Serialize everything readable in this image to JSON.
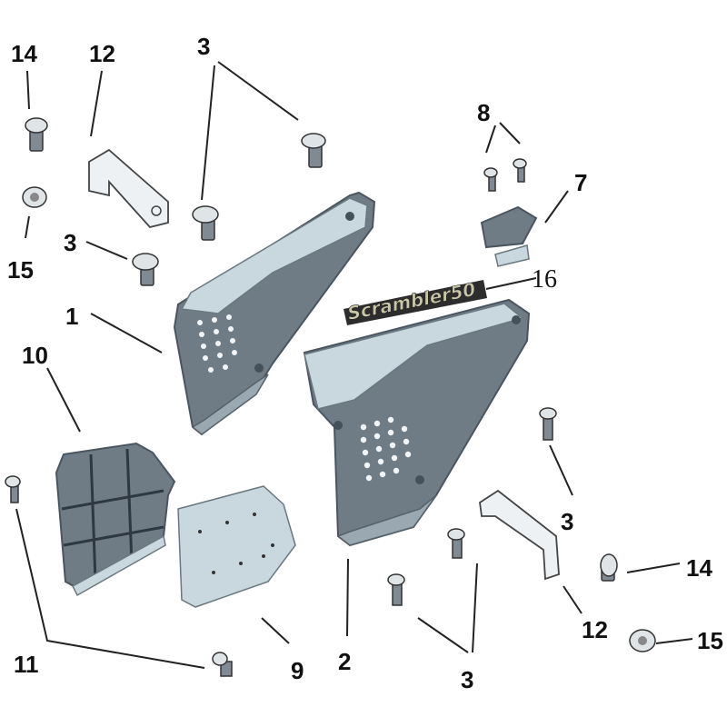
{
  "labels": {
    "screw_top_left": "14",
    "bracket_top_left": "12",
    "bolt_top_center": "3",
    "screws_small": "8",
    "clip": "7",
    "bolt_left": "3",
    "nut_top_left": "15",
    "emblem": "16",
    "left_cover": "1",
    "left_inner_panel": "10",
    "bolt_right": "3",
    "screw_right": "14",
    "bracket_right": "12",
    "nut_right": "15",
    "screws_bottom_left": "11",
    "inner_plate": "9",
    "right_cover": "2",
    "bolts_bottom": "3"
  },
  "emblem_text": "Scrambler50",
  "colors": {
    "panel": "#6f7c86",
    "panel_light": "#c9d7de",
    "line": "#222222"
  }
}
